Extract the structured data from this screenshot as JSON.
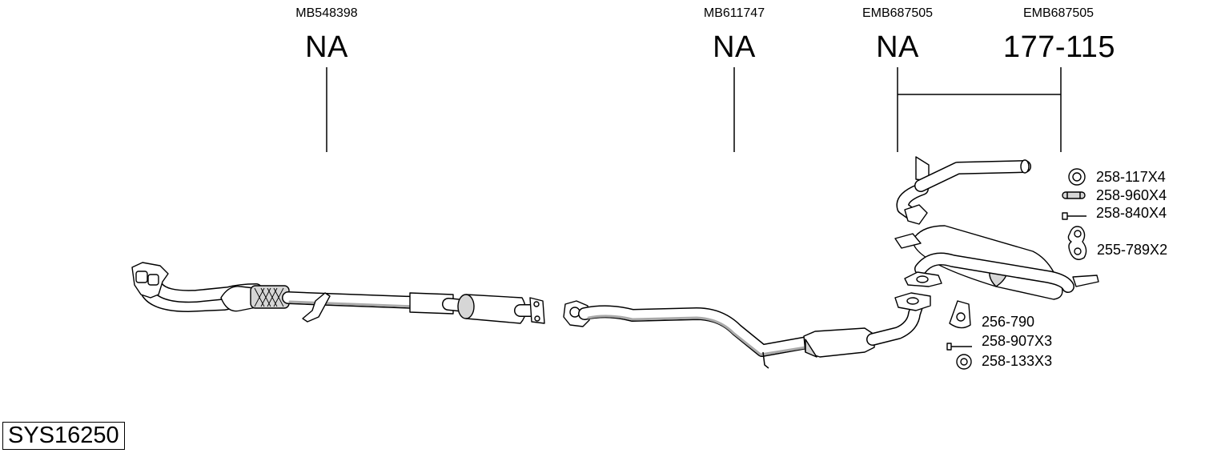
{
  "oem_numbers": [
    "MB548398",
    "MB611747",
    "EMB687505",
    "EMB687505"
  ],
  "part_numbers": [
    "NA",
    "NA",
    "NA",
    "177-115"
  ],
  "accessories": [
    {
      "label": "258-117X4",
      "icon": "ring-gasket-icon"
    },
    {
      "label": "258-960X4",
      "icon": "rubber-mount-icon"
    },
    {
      "label": "258-840X4",
      "icon": "bolt-icon"
    },
    {
      "label": "255-789X2",
      "icon": "flange-gasket-icon"
    },
    {
      "label": "256-790",
      "icon": "triangle-gasket-icon"
    },
    {
      "label": "258-907X3",
      "icon": "bolt-icon"
    },
    {
      "label": "258-133X3",
      "icon": "nut-ring-icon"
    }
  ],
  "system_code": "SYS16250"
}
